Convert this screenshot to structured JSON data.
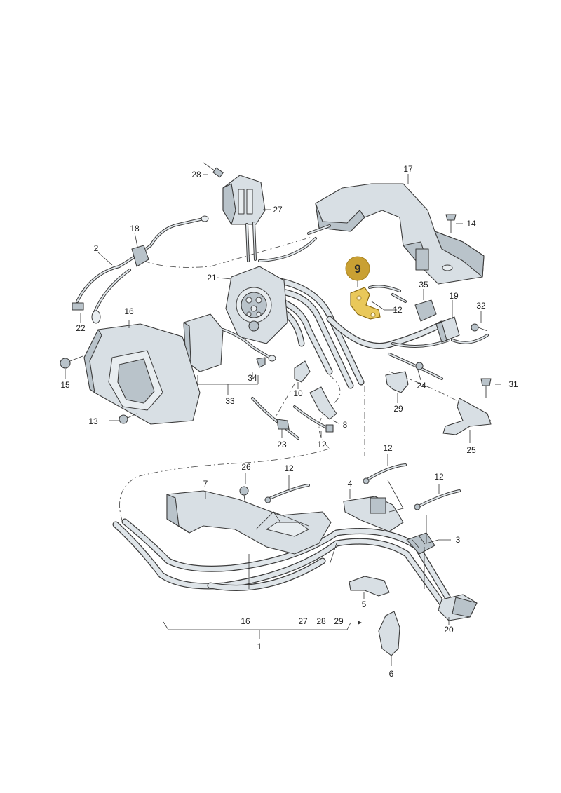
{
  "highlight": {
    "label": "9",
    "color": "#c9a033"
  },
  "labels": {
    "p1": "1",
    "p2": "2",
    "p3": "3",
    "p4": "4",
    "p5": "5",
    "p6": "6",
    "p7": "7",
    "p8": "8",
    "p10": "10",
    "p12a": "12",
    "p12b": "12",
    "p12c": "12",
    "p12d": "12",
    "p12e": "12",
    "p13": "13",
    "p14": "14",
    "p15": "15",
    "p16a": "16",
    "p16b": "16",
    "p17": "17",
    "p18": "18",
    "p19": "19",
    "p20": "20",
    "p21": "21",
    "p22": "22",
    "p23": "23",
    "p24": "24",
    "p25": "25",
    "p26": "26",
    "p27a": "27",
    "p27b": "27",
    "p28a": "28",
    "p28b": "28",
    "p29a": "29",
    "p29b": "29",
    "p31": "31",
    "p32": "32",
    "p33": "33",
    "p34": "34",
    "p35": "35"
  }
}
